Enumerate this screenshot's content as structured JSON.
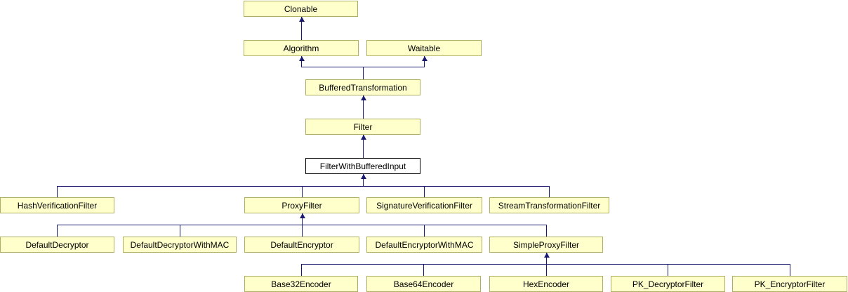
{
  "diagram": {
    "kind": "class-inheritance-diagram",
    "focus_class": "FilterWithBufferedInput",
    "colors": {
      "background": "#FFFFFF",
      "node_fill": "#FFFFCC",
      "node_border": "#AFAF64",
      "focus_node_fill": "#FFFFFF",
      "focus_node_border": "#000000",
      "edge": "#191970",
      "text": "#000000"
    },
    "nodes": {
      "clonable": {
        "label": "Clonable"
      },
      "algorithm": {
        "label": "Algorithm"
      },
      "waitable": {
        "label": "Waitable"
      },
      "buffered_transformation": {
        "label": "BufferedTransformation"
      },
      "filter": {
        "label": "Filter"
      },
      "filter_with_buffered_input": {
        "label": "FilterWithBufferedInput"
      },
      "hash_verification_filter": {
        "label": "HashVerificationFilter"
      },
      "proxy_filter": {
        "label": "ProxyFilter"
      },
      "signature_verification_filter": {
        "label": "SignatureVerificationFilter"
      },
      "stream_transformation_filter": {
        "label": "StreamTransformationFilter"
      },
      "default_decryptor": {
        "label": "DefaultDecryptor"
      },
      "default_decryptor_with_mac": {
        "label": "DefaultDecryptorWithMAC"
      },
      "default_encryptor": {
        "label": "DefaultEncryptor"
      },
      "default_encryptor_with_mac": {
        "label": "DefaultEncryptorWithMAC"
      },
      "simple_proxy_filter": {
        "label": "SimpleProxyFilter"
      },
      "base32_encoder": {
        "label": "Base32Encoder"
      },
      "base64_encoder": {
        "label": "Base64Encoder"
      },
      "hex_encoder": {
        "label": "HexEncoder"
      },
      "pk_decryptor_filter": {
        "label": "PK_DecryptorFilter"
      },
      "pk_encryptor_filter": {
        "label": "PK_EncryptorFilter"
      }
    },
    "edges": [
      {
        "from": "Algorithm",
        "to": "Clonable"
      },
      {
        "from": "BufferedTransformation",
        "to": "Algorithm"
      },
      {
        "from": "BufferedTransformation",
        "to": "Waitable"
      },
      {
        "from": "Filter",
        "to": "BufferedTransformation"
      },
      {
        "from": "FilterWithBufferedInput",
        "to": "Filter"
      },
      {
        "from": "HashVerificationFilter",
        "to": "FilterWithBufferedInput"
      },
      {
        "from": "ProxyFilter",
        "to": "FilterWithBufferedInput"
      },
      {
        "from": "SignatureVerificationFilter",
        "to": "FilterWithBufferedInput"
      },
      {
        "from": "StreamTransformationFilter",
        "to": "FilterWithBufferedInput"
      },
      {
        "from": "DefaultDecryptor",
        "to": "ProxyFilter"
      },
      {
        "from": "DefaultDecryptorWithMAC",
        "to": "ProxyFilter"
      },
      {
        "from": "DefaultEncryptor",
        "to": "ProxyFilter"
      },
      {
        "from": "DefaultEncryptorWithMAC",
        "to": "ProxyFilter"
      },
      {
        "from": "SimpleProxyFilter",
        "to": "ProxyFilter"
      },
      {
        "from": "Base32Encoder",
        "to": "SimpleProxyFilter"
      },
      {
        "from": "Base64Encoder",
        "to": "SimpleProxyFilter"
      },
      {
        "from": "HexEncoder",
        "to": "SimpleProxyFilter"
      },
      {
        "from": "PK_DecryptorFilter",
        "to": "SimpleProxyFilter"
      },
      {
        "from": "PK_EncryptorFilter",
        "to": "SimpleProxyFilter"
      }
    ]
  }
}
